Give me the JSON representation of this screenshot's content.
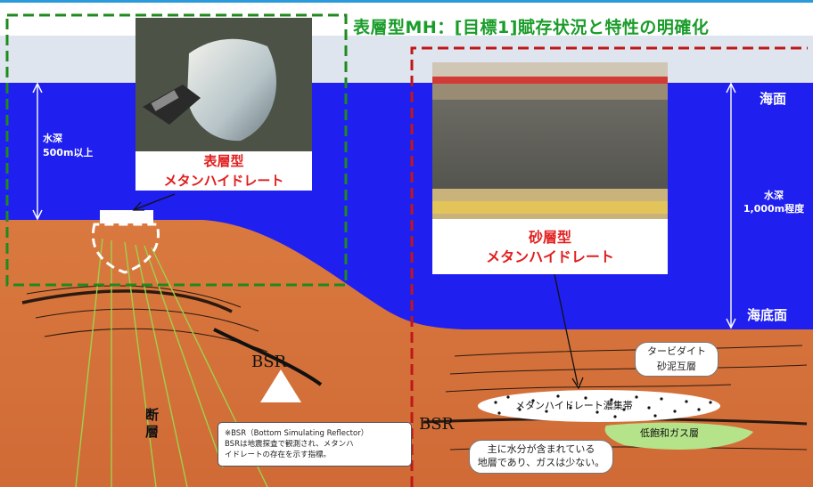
{
  "title": "表層型MH：[目標1]賦存状況と特性の明確化",
  "left_depth": {
    "line1": "水深",
    "line2": "500m以上"
  },
  "right_depth": {
    "line1": "水深",
    "line2": "1,000m程度"
  },
  "sea_surface": "海面",
  "seafloor": "海底面",
  "surface_type": {
    "line1": "表層型",
    "line2": "メタンハイドレート"
  },
  "sand_type": {
    "line1": "砂層型",
    "line2": "メタンハイドレート"
  },
  "bsr_left": "BSR",
  "bsr_right": "BSR",
  "fault": "断層",
  "note": {
    "line1": "※BSR（Bottom Simulating Reflector）",
    "line2": "BSRは地震探査で観測され、メタンハ",
    "line3": "イドレートの存在を示す指標。"
  },
  "turbidite": {
    "line1": "タービダイト",
    "line2": "砂泥互層"
  },
  "concentrated_zone": "メタンハイドレート濃集帯",
  "low_gas_layer": "低飽和ガス層",
  "water_note": {
    "line1": "主に水分が含まれている",
    "line2": "地層であり、ガスは少ない。"
  },
  "colors": {
    "sky": "#dfe5ee",
    "sea": "#1f1ff0",
    "sediment": "#d8743f",
    "green_frame": "#1f8a1f",
    "red_frame": "#c01818",
    "title_green": "#1a9c2a",
    "caption_red": "#e21e1e"
  }
}
